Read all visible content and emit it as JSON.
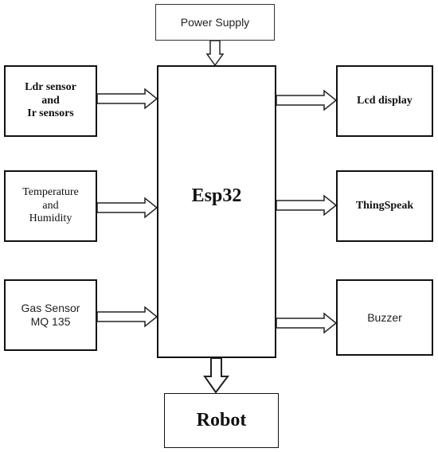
{
  "diagram": {
    "power_supply": "Power Supply",
    "mcu": "Esp32",
    "robot": "Robot",
    "inputs": {
      "ldr_ir": [
        "Ldr sensor",
        "and",
        "Ir sensors"
      ],
      "temp_humidity": [
        "Temperature",
        "and",
        "Humidity"
      ],
      "gas": [
        "Gas Sensor",
        "MQ 135"
      ]
    },
    "outputs": {
      "lcd": "Lcd display",
      "thingspeak": "ThingSpeak",
      "buzzer": "Buzzer"
    }
  }
}
